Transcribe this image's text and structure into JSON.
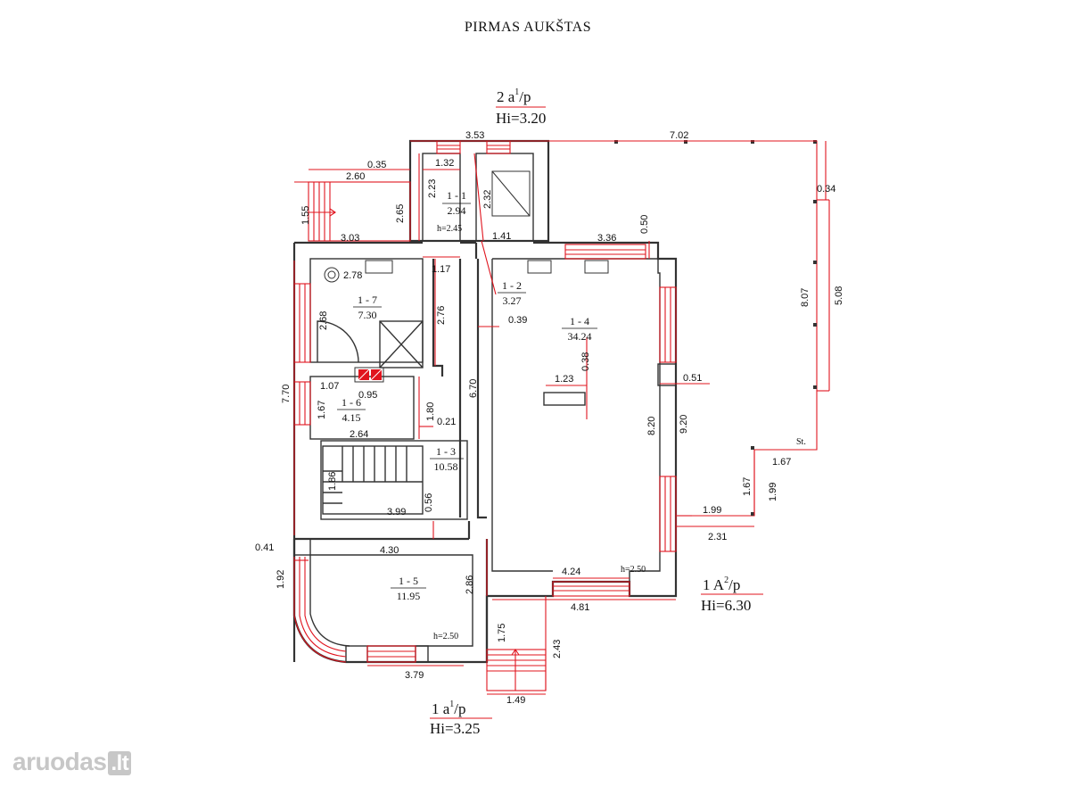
{
  "title": "PIRMAS AUKŠTAS",
  "floor_labels": {
    "top": {
      "l1": "2 a",
      "sup": "1",
      "l2": "/p",
      "hi": "Hi=3.20"
    },
    "right": {
      "l1": "1 A",
      "sup": "2",
      "l2": "/p",
      "hi": "Hi=6.30"
    },
    "bottom": {
      "l1": "1 a",
      "sup": "1",
      "l2": "/p",
      "hi": "Hi=3.25"
    }
  },
  "rooms": [
    {
      "id": "1 - 1",
      "area": "2.94"
    },
    {
      "id": "1 - 2",
      "area": "3.27"
    },
    {
      "id": "1 - 3",
      "area": "10.58"
    },
    {
      "id": "1 - 4",
      "area": "34.24"
    },
    {
      "id": "1 - 5",
      "area": "11.95"
    },
    {
      "id": "1 - 6",
      "area": "4.15"
    },
    {
      "id": "1 - 7",
      "area": "7.30"
    }
  ],
  "heights": {
    "h1": "h=2.45",
    "h2": "h=2.50",
    "h3": "h=2.50"
  },
  "terrace_label": "St.",
  "dims": {
    "d353": "3.53",
    "d702": "7.02",
    "d132": "1.32",
    "d035": "0.35",
    "d260": "2.60",
    "d223": "2.23",
    "d265": "2.65",
    "d232": "2.32",
    "d155": "1.55",
    "d303": "3.03",
    "d141": "1.41",
    "d336": "3.36",
    "d050": "0.50",
    "d034": "0.34",
    "d117": "1.17",
    "d278": "2.78",
    "d268": "2.68",
    "d276": "2.76",
    "d039": "0.39",
    "d807": "8.07",
    "d508": "5.08",
    "d038": "0.38",
    "d123": "1.23",
    "d051": "0.51",
    "d770": "7.70",
    "d107": "1.07",
    "d095": "0.95",
    "d670": "6.70",
    "d167a": "1.67",
    "d180": "1.80",
    "d021": "0.21",
    "d820": "8.20",
    "d920": "9.20",
    "d264": "2.64",
    "d167b": "1.67",
    "d167c": "1.67",
    "d199a": "1.99",
    "d186": "1.86",
    "d056": "0.56",
    "d399": "3.99",
    "d199b": "1.99",
    "d231": "2.31",
    "d041": "0.41",
    "d430": "4.30",
    "d192": "1.92",
    "d286": "2.86",
    "d424": "4.24",
    "d481": "4.81",
    "d175": "1.75",
    "d243": "2.43",
    "d379": "3.79",
    "d149": "1.49"
  },
  "logo": {
    "text": "aruodas",
    "suffix": ".lt"
  }
}
